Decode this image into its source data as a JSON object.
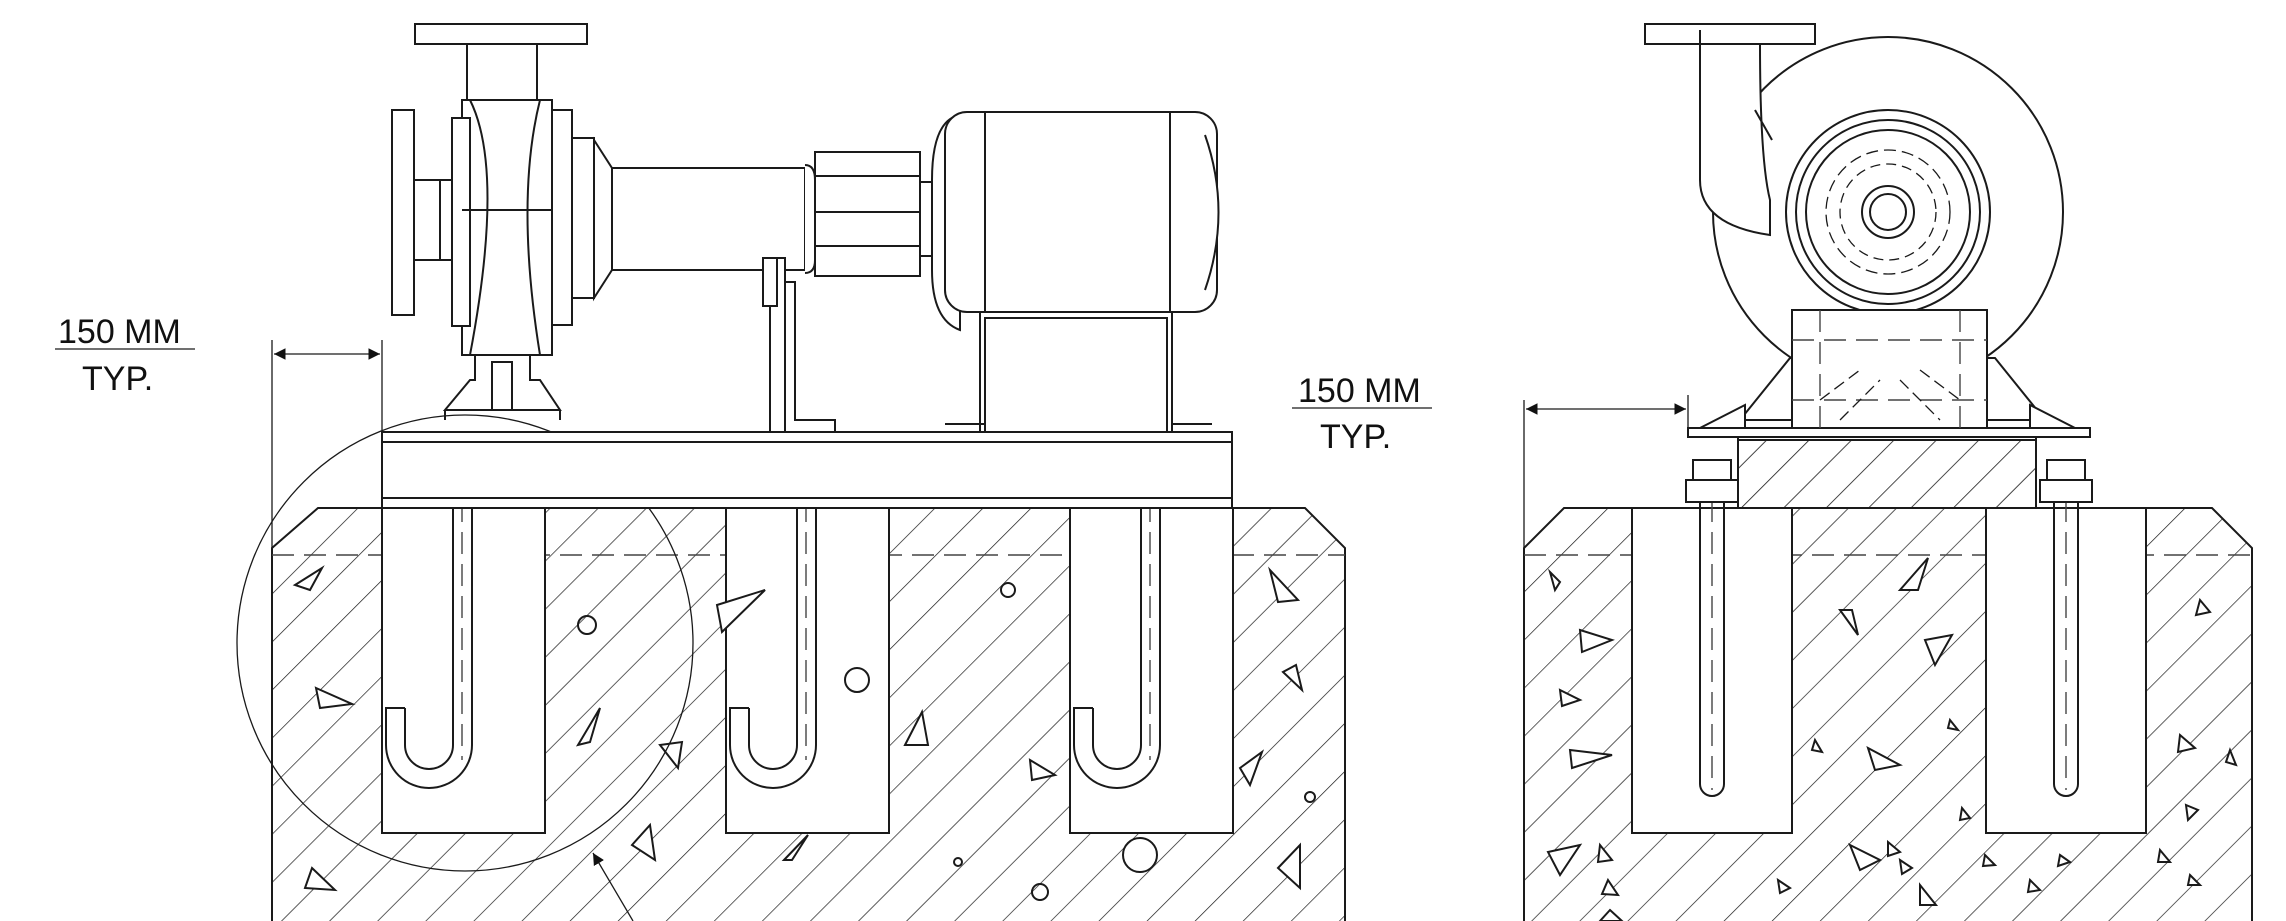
{
  "dimensions": {
    "left_value": "150 MM",
    "left_note": "TYP.",
    "right_value": "150 MM",
    "right_note": "TYP."
  },
  "colors": {
    "line": "#1a1a1a",
    "background": "#ffffff"
  }
}
